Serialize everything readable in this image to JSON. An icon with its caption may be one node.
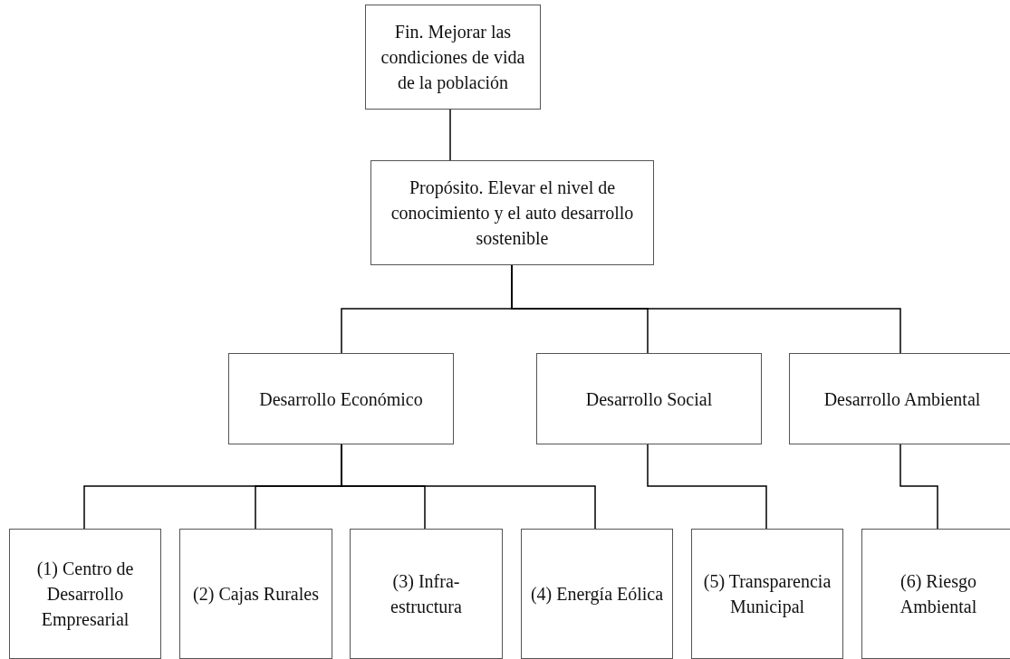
{
  "diagram": {
    "nodes": [
      {
        "text": [
          "Fin. Mejorar las condiciones de vida de la población"
        ]
      },
      {
        "text": [
          "Propósito. Elevar el nivel de conocimiento y el auto desarrollo sostenible"
        ]
      },
      {
        "text": [
          "Desarrollo Económico"
        ]
      },
      {
        "text": [
          "Desarrollo Social"
        ]
      },
      {
        "text": [
          "Desarrollo Ambiental"
        ]
      },
      {
        "text": [
          "(1) Centro de Desarrollo Empresarial"
        ]
      },
      {
        "text": [
          "(2) Cajas Rurales"
        ]
      },
      {
        "text": [
          "(3) Infra-estructura"
        ]
      },
      {
        "text": [
          "(4) Energía Eólica"
        ]
      },
      {
        "text": [
          "(5) Transparencia Municipal"
        ]
      },
      {
        "text": [
          "(6) Riesgo Ambiental"
        ]
      }
    ],
    "edges": [
      {
        "from": 0,
        "to": 1,
        "arrow": "none"
      },
      {
        "from": 1,
        "to": 2,
        "arrow": "none"
      },
      {
        "from": 1,
        "to": 3,
        "arrow": "none"
      },
      {
        "from": 1,
        "to": 4,
        "arrow": "none"
      },
      {
        "from": 2,
        "to": 5,
        "arrow": "none"
      },
      {
        "from": 2,
        "to": 6,
        "arrow": "none"
      },
      {
        "from": 2,
        "to": 7,
        "arrow": "none"
      },
      {
        "from": 2,
        "to": 8,
        "arrow": "none"
      },
      {
        "from": 3,
        "to": 9,
        "arrow": "none"
      },
      {
        "from": 4,
        "to": 10,
        "arrow": "none"
      }
    ]
  }
}
